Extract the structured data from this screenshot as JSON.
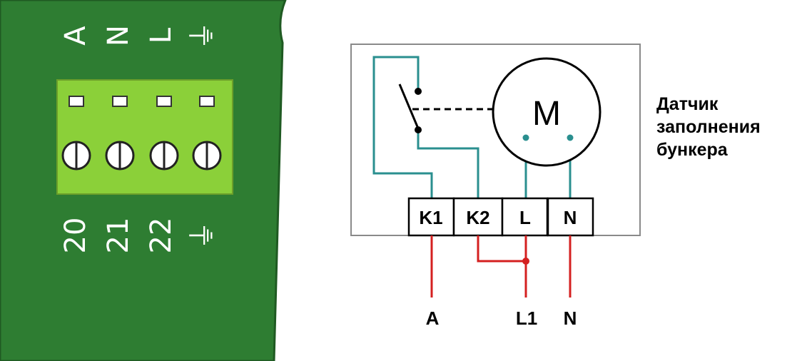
{
  "board": {
    "color": "#2e7d32",
    "edge_color": "#1f5a22",
    "terminal_block_color": "#8bd039",
    "terminal_text_color": "#ffffff",
    "top_labels": [
      "A",
      "N",
      "L",
      "⏚"
    ],
    "bottom_labels": [
      "20",
      "21",
      "22",
      "⏚"
    ]
  },
  "diagram": {
    "terminals": [
      "K1",
      "K2",
      "L",
      "N"
    ],
    "motor_label": "M",
    "external_labels": [
      "A",
      "L1",
      "N"
    ],
    "internal_wire_color": "#2a8f8f",
    "external_wire_color": "#d42020",
    "frame_color": "#8a8a8a"
  },
  "caption": {
    "line1": "Датчик",
    "line2": "заполнения",
    "line3": "бункера"
  }
}
